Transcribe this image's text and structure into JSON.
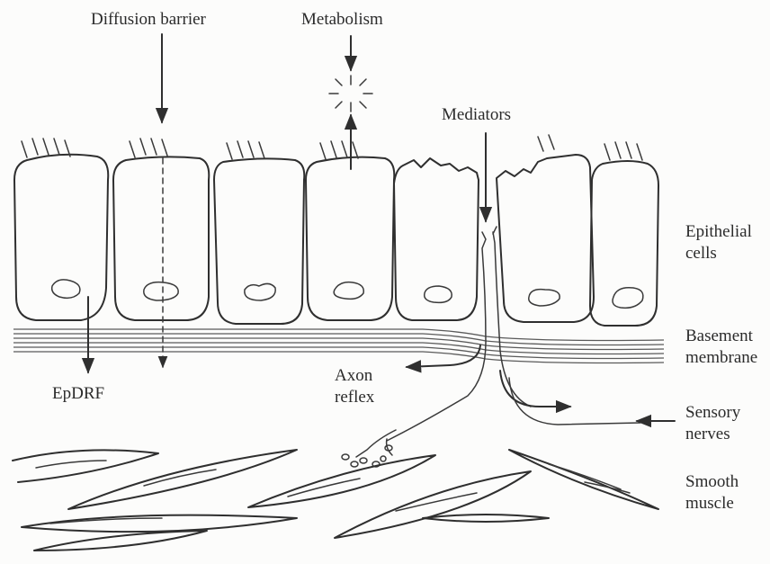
{
  "labels": {
    "diffusion_barrier": "Diffusion barrier",
    "metabolism": "Metabolism",
    "mediators": "Mediators",
    "epithelial_cells": "Epithelial cells",
    "basement_membrane": "Basement membrane",
    "axon_reflex": "Axon reflex",
    "epdrf": "EpDRF",
    "sensory_nerves": "Sensory nerves",
    "smooth_muscle": "Smooth muscle"
  }
}
